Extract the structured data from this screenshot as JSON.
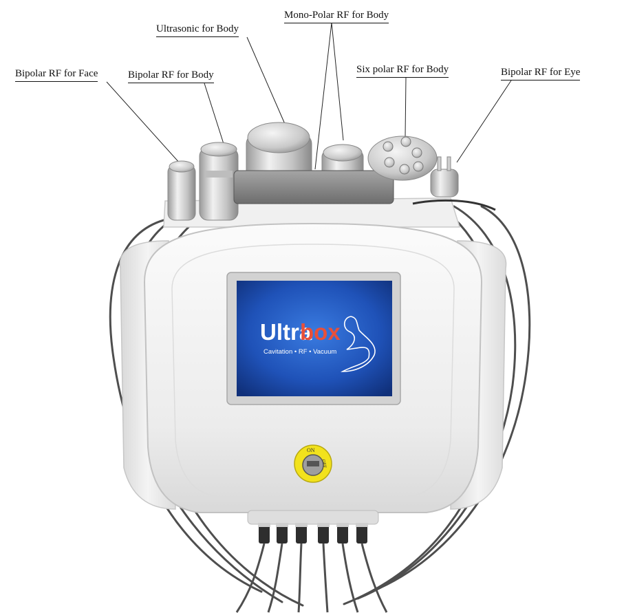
{
  "labels": {
    "bipolar_face": "Bipolar RF for Face",
    "bipolar_body": "Bipolar RF for Body",
    "ultrasonic_body": "Ultrasonic for Body",
    "monopolar_body": "Mono-Polar RF for Body",
    "sixpolar_body": "Six polar RF for Body",
    "bipolar_eye": "Bipolar RF for Eye"
  },
  "screen": {
    "brand_part1": "Ultra",
    "brand_part2": "box",
    "tagline": "Cavitation • RF • Vacuum"
  },
  "switch": {
    "on_label": "ON",
    "off_label": "OFF"
  },
  "colors": {
    "screen_blue": "#1f52b8",
    "brand_red": "#e8503a",
    "switch_yellow": "#f2e21c",
    "body_white": "#f3f3f3",
    "cable_gray": "#555555"
  }
}
